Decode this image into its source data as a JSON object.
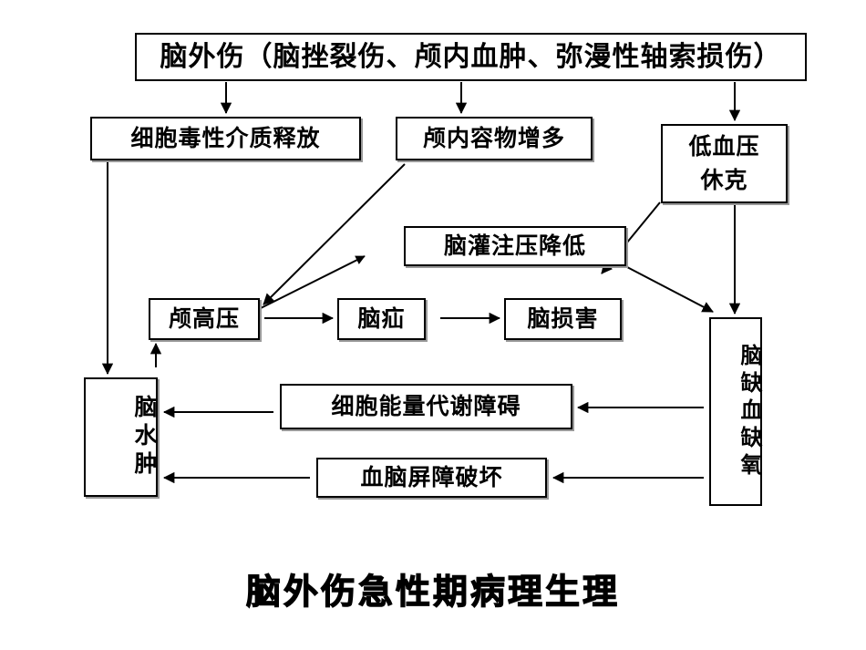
{
  "diagram": {
    "title_box": "脑外伤（脑挫裂伤、颅内血肿、弥漫性轴索损伤）",
    "caption": "脑外伤急性期病理生理",
    "colors": {
      "box_border": "#000000",
      "box_fill": "#ffffff",
      "text": "#000000",
      "arrow": "#000000",
      "shadow": "#999999",
      "background": "#ffffff"
    },
    "nodes": [
      {
        "id": "title",
        "label": "脑外伤（脑挫裂伤、颅内血肿、弥漫性轴索损伤）",
        "orientation": "horizontal"
      },
      {
        "id": "cyto",
        "label": "细胞毒性介质释放",
        "orientation": "horizontal"
      },
      {
        "id": "content",
        "label": "颅内容物增多",
        "orientation": "horizontal"
      },
      {
        "id": "hypo",
        "label": "低血压\n休克",
        "line1": "低血压",
        "line2": "休克",
        "orientation": "horizontal-two-line"
      },
      {
        "id": "cpp",
        "label": "脑灌注压降低",
        "orientation": "horizontal"
      },
      {
        "id": "icp",
        "label": "颅高压",
        "orientation": "horizontal"
      },
      {
        "id": "hernia",
        "label": "脑疝",
        "orientation": "horizontal"
      },
      {
        "id": "damage",
        "label": "脑损害",
        "orientation": "horizontal"
      },
      {
        "id": "edema",
        "label": "脑水肿",
        "orientation": "vertical"
      },
      {
        "id": "energy",
        "label": "细胞能量代谢障碍",
        "orientation": "horizontal"
      },
      {
        "id": "bbb",
        "label": "血脑屏障破坏",
        "orientation": "horizontal"
      },
      {
        "id": "ische",
        "label": "脑缺血缺氧",
        "orientation": "vertical"
      }
    ],
    "edges": [
      {
        "from": "title",
        "to": "cyto",
        "style": "straight-down"
      },
      {
        "from": "title",
        "to": "content",
        "style": "straight-down"
      },
      {
        "from": "title",
        "to": "hypo",
        "style": "straight-down"
      },
      {
        "from": "cyto",
        "to": "edema",
        "style": "straight-down"
      },
      {
        "from": "content",
        "to": "icp",
        "style": "diagonal-down-left"
      },
      {
        "from": "icp",
        "to": "cpp",
        "style": "diagonal-up-right"
      },
      {
        "from": "hypo",
        "to": "cpp",
        "style": "diagonal-down-left"
      },
      {
        "from": "hypo",
        "to": "ische",
        "style": "straight-down"
      },
      {
        "from": "cpp",
        "to": "ische",
        "style": "diagonal-down-right"
      },
      {
        "from": "icp",
        "to": "hernia",
        "style": "straight-right"
      },
      {
        "from": "hernia",
        "to": "damage",
        "style": "straight-right"
      },
      {
        "from": "ische",
        "to": "energy",
        "style": "straight-left"
      },
      {
        "from": "ische",
        "to": "bbb",
        "style": "straight-left"
      },
      {
        "from": "energy",
        "to": "edema",
        "style": "straight-left"
      },
      {
        "from": "bbb",
        "to": "edema",
        "style": "straight-left"
      },
      {
        "from": "edema",
        "to": "icp",
        "style": "straight-up"
      }
    ]
  }
}
